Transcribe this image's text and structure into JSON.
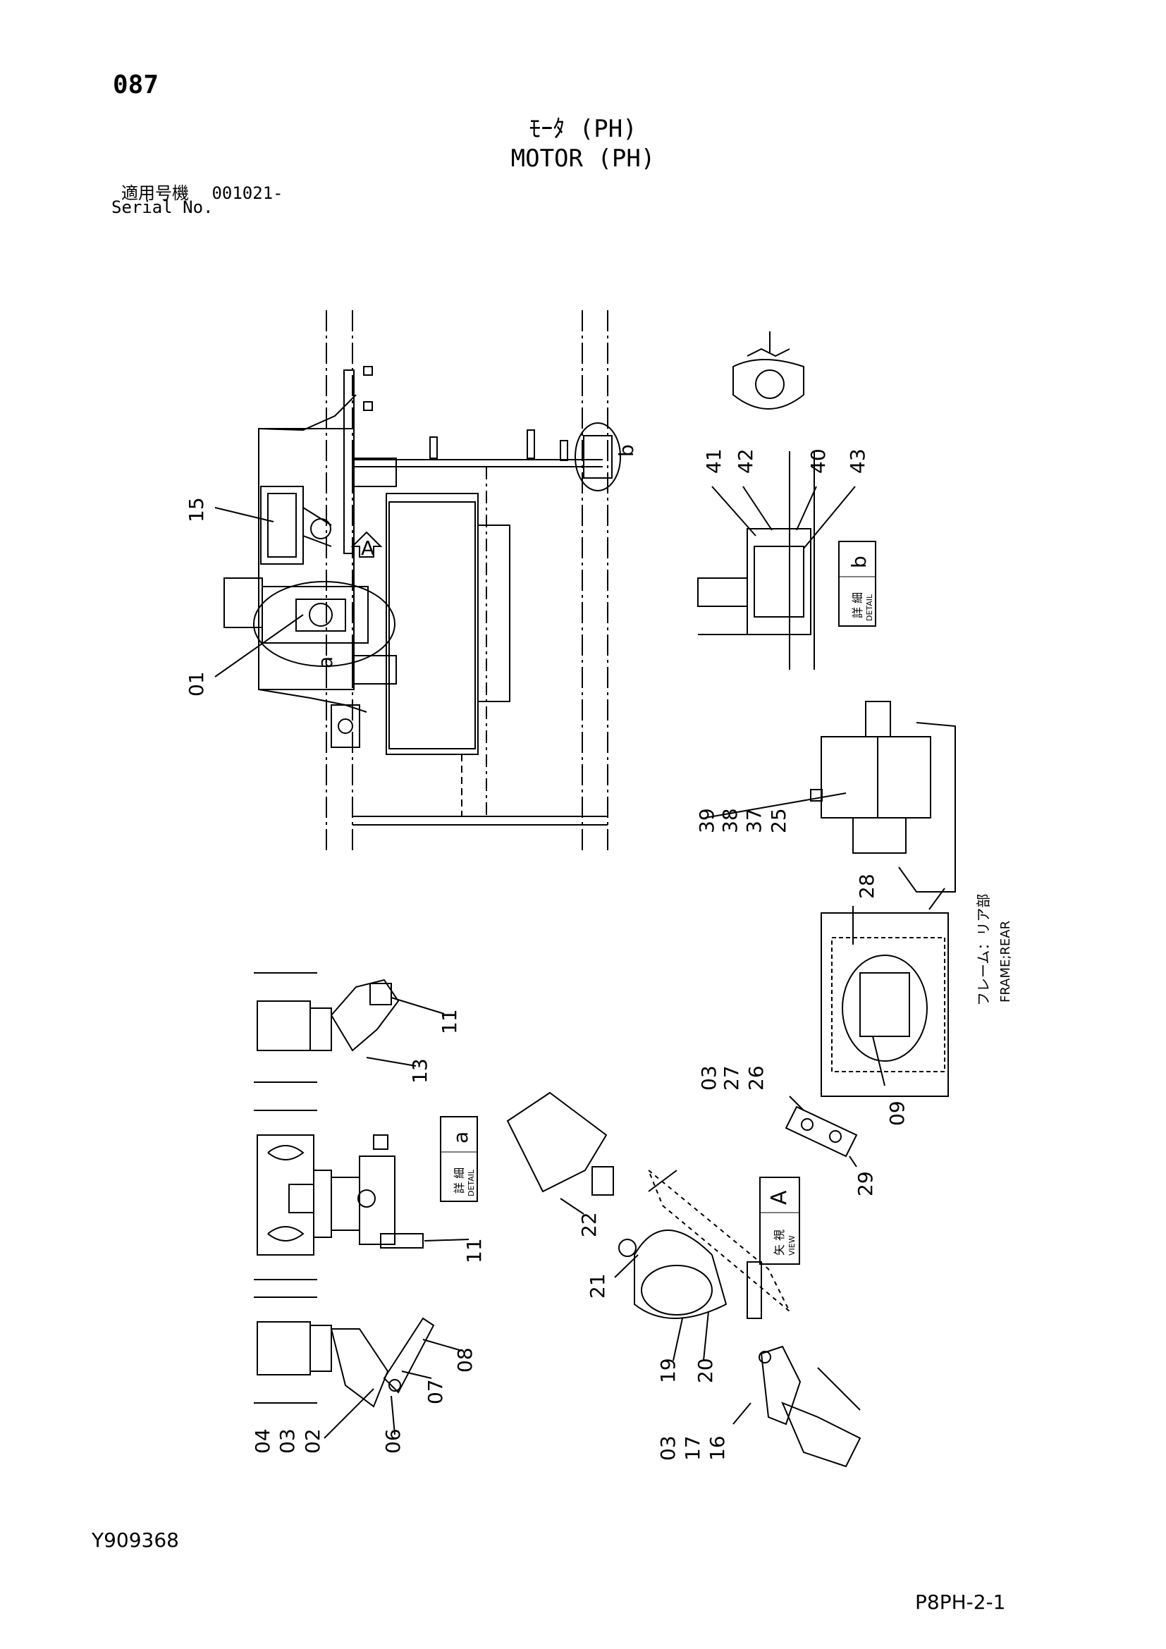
{
  "page": {
    "number": "087",
    "title_jp": "ﾓｰﾀ (PH)",
    "title_en": "MOTOR (PH)",
    "serial_label_jp": "適用号機",
    "serial_value": "001021-",
    "serial_label_en": "Serial No.",
    "drawing_number": "Y909368",
    "page_reference": "P8PH-2-1"
  },
  "views": {
    "detail_a": {
      "jp": "詳 細",
      "en": "DETAIL",
      "letter": "a"
    },
    "detail_b": {
      "jp": "詳 細",
      "en": "DETAIL",
      "letter": "b"
    },
    "view_A": {
      "jp": "矢 視",
      "en": "VIEW",
      "letter": "A"
    },
    "frame_jp": "フレーム：リア部",
    "frame_en": "FRAME;REAR",
    "marker_a": "a",
    "marker_b": "b",
    "arrow_A": "A"
  },
  "callouts": {
    "c15": "15",
    "c01": "01",
    "c41": "41",
    "c42": "42",
    "c40": "40",
    "c43": "43",
    "c39": "39",
    "c38": "38",
    "c37": "37",
    "c25": "25",
    "c28": "28",
    "c09": "09",
    "c03a": "03",
    "c27": "27",
    "c26": "26",
    "c29": "29",
    "c11a": "11",
    "c13": "13",
    "c11b": "11",
    "c22": "22",
    "c21": "21",
    "c19": "19",
    "c20": "20",
    "c04": "04",
    "c03b": "03",
    "c02": "02",
    "c06": "06",
    "c07": "07",
    "c08": "08",
    "c03c": "03",
    "c17": "17",
    "c16": "16"
  }
}
